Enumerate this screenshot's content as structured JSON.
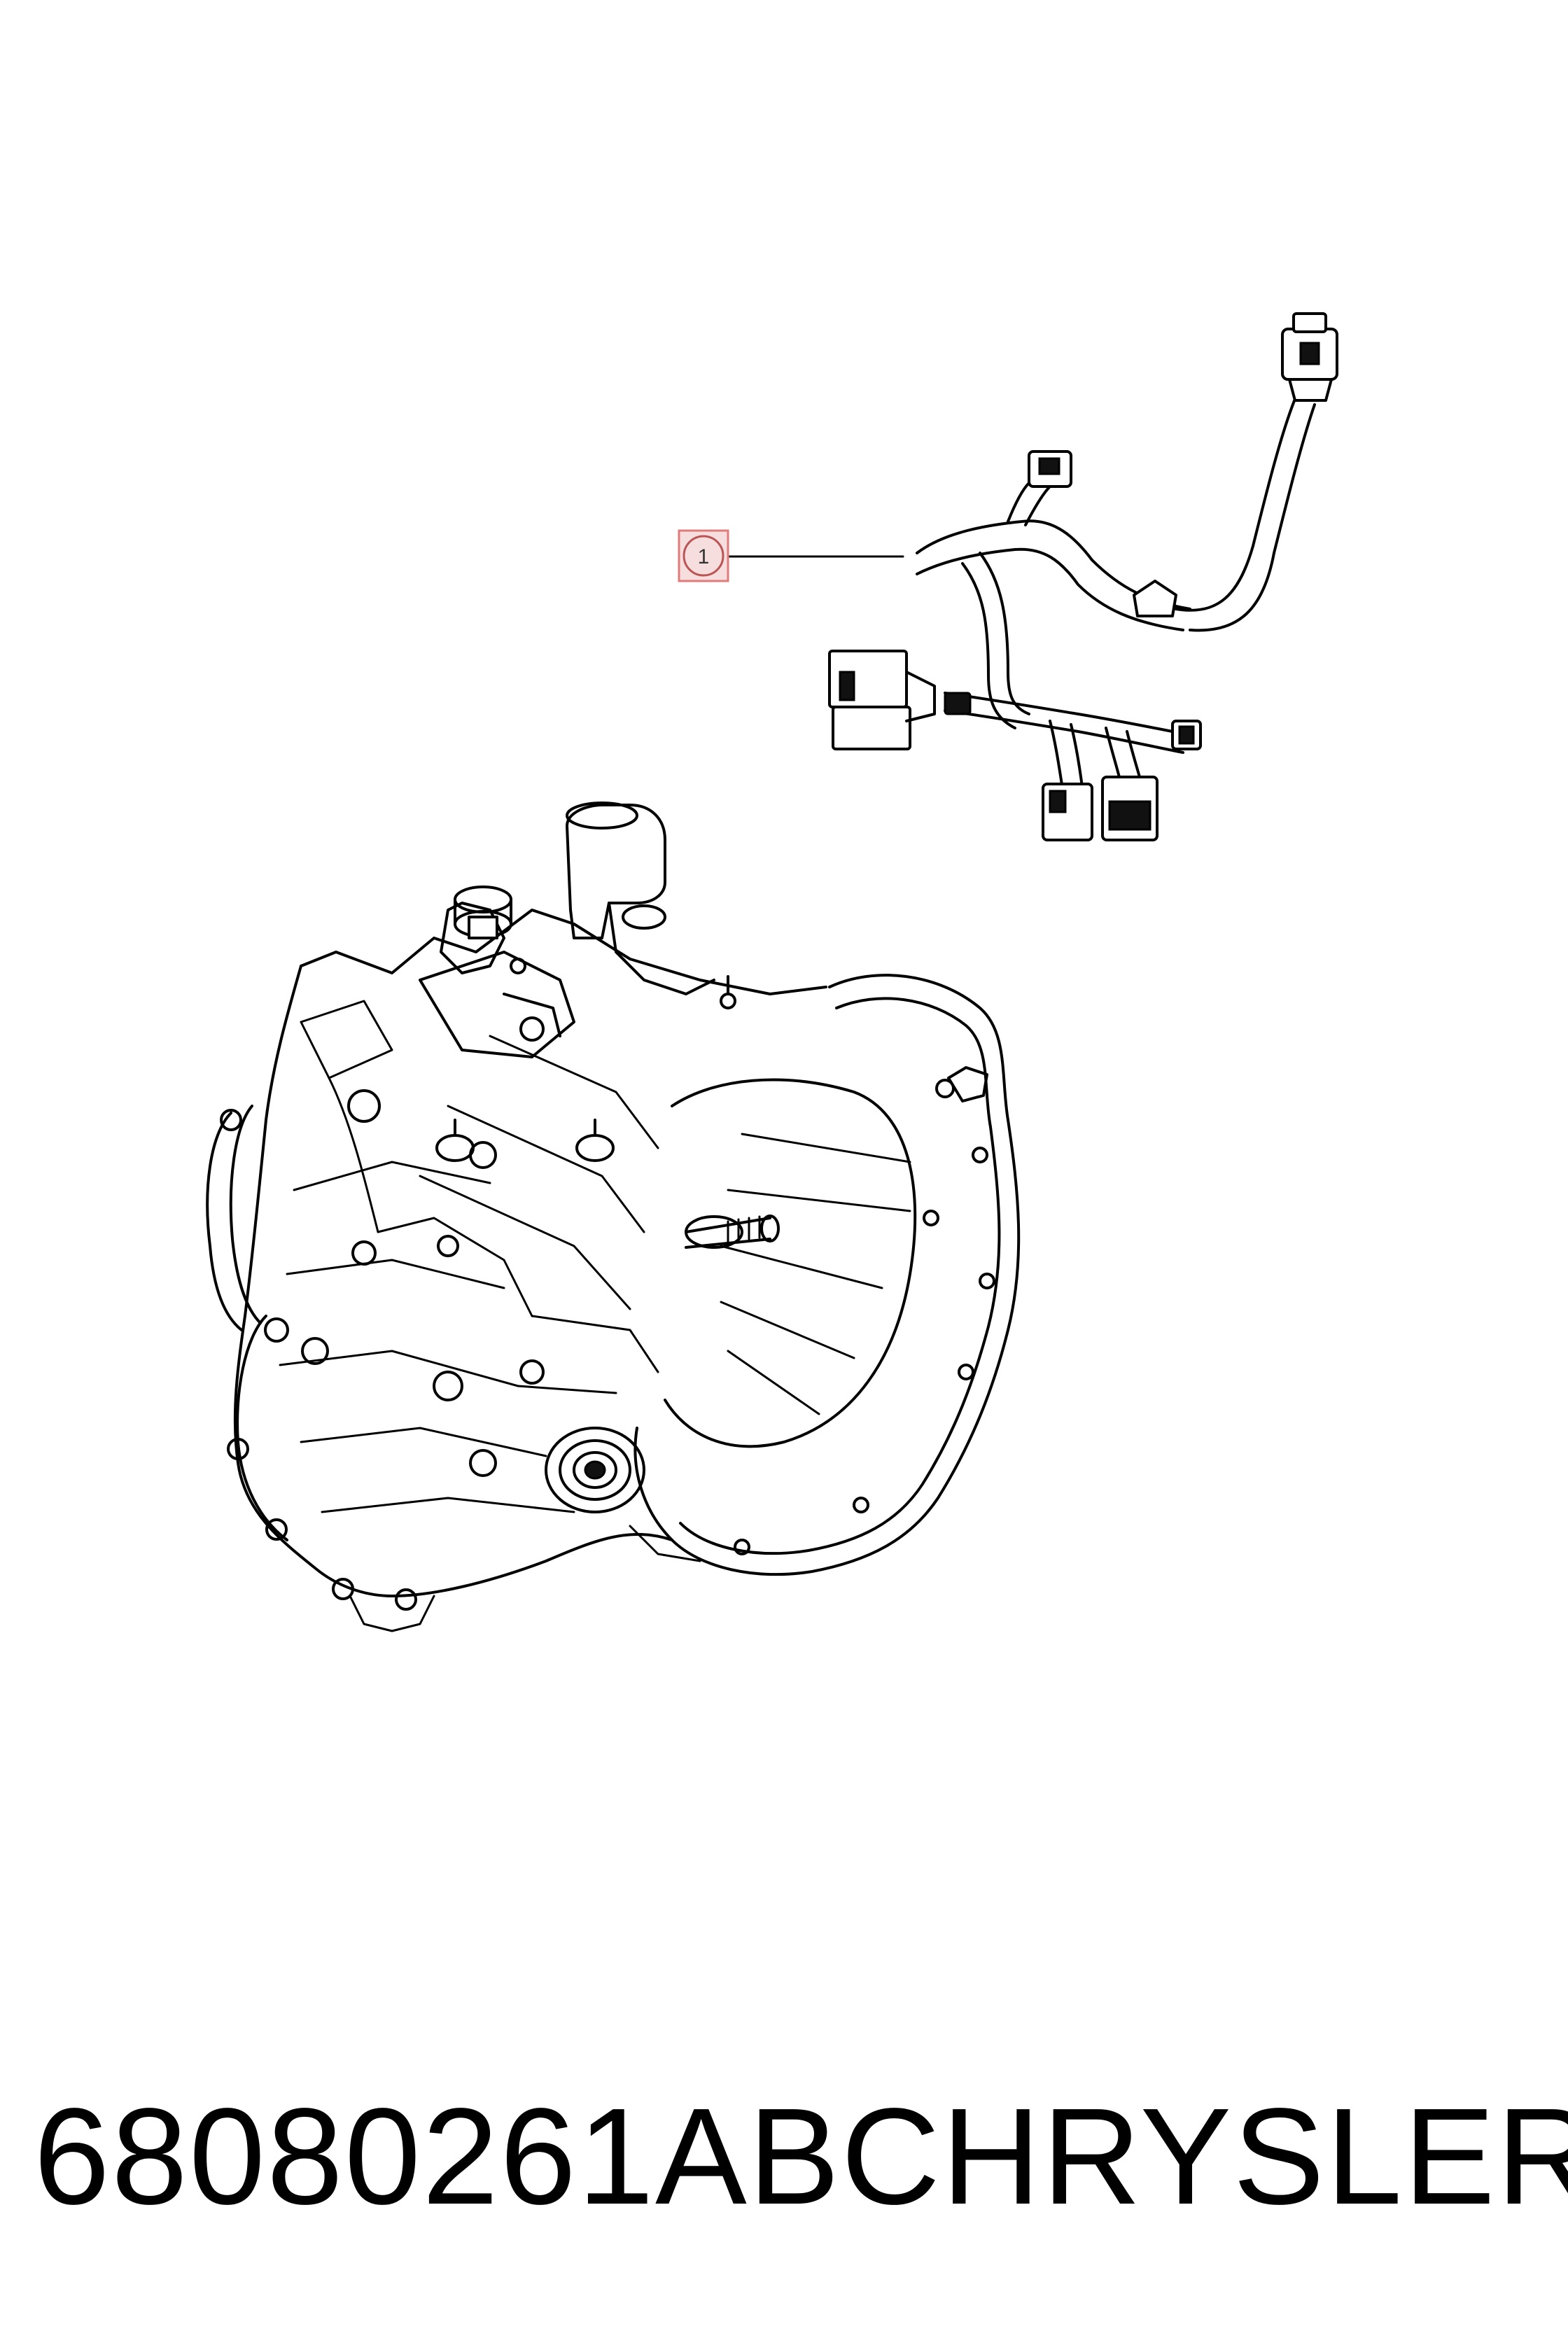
{
  "callout": {
    "number": "1"
  },
  "caption": {
    "part_number": "68080261AB",
    "brand": "CHRYSLER"
  },
  "parts": [
    {
      "callout": "1",
      "name": "wiring-harness"
    },
    {
      "name": "transmission"
    }
  ]
}
